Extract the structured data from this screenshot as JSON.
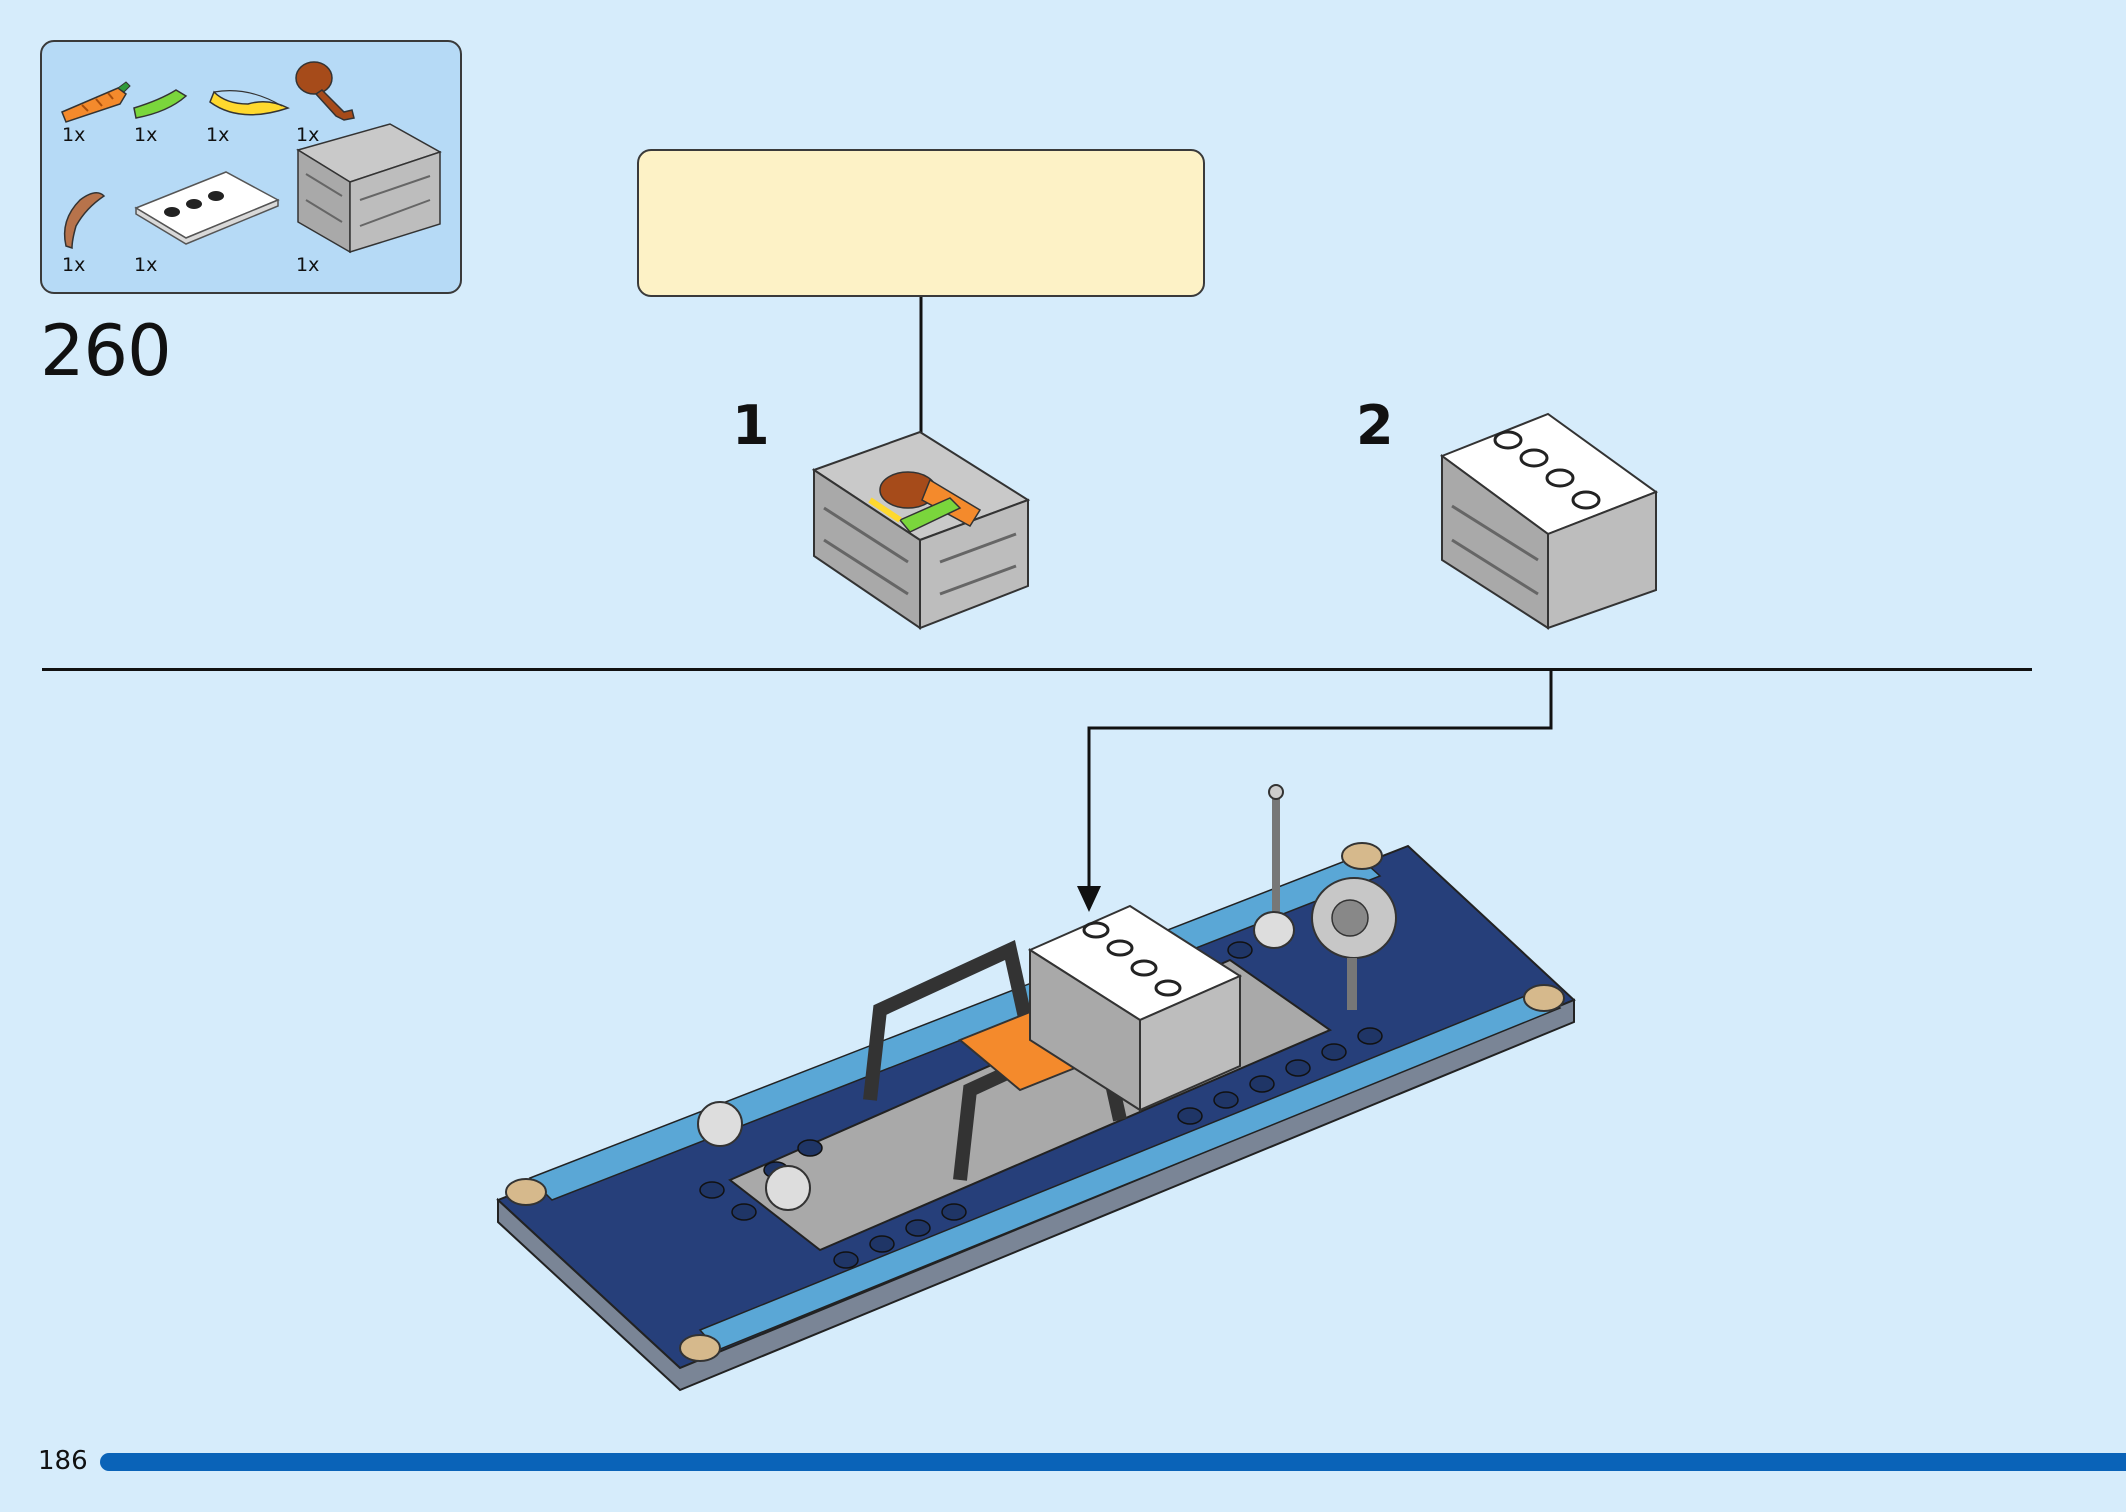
{
  "step": {
    "number": "260"
  },
  "parts_list": [
    {
      "icon": "carrot-icon",
      "qty": "1x"
    },
    {
      "icon": "pea-pod-icon",
      "qty": "1x"
    },
    {
      "icon": "banana-icon",
      "qty": "1x"
    },
    {
      "icon": "drumstick-icon",
      "qty": "1x"
    },
    {
      "icon": "sausage-icon",
      "qty": "1x"
    },
    {
      "icon": "white-tile-icon",
      "qty": "1x"
    },
    {
      "icon": "crate-icon",
      "qty": "1x"
    }
  ],
  "substeps": [
    {
      "label": "1"
    },
    {
      "label": "2"
    }
  ],
  "page": {
    "number": "186"
  },
  "colors": {
    "background": "#d6ecfb",
    "parts_box": "#b6daf6",
    "callout_box": "#fdf2c6",
    "progress": "#0a63b8"
  }
}
